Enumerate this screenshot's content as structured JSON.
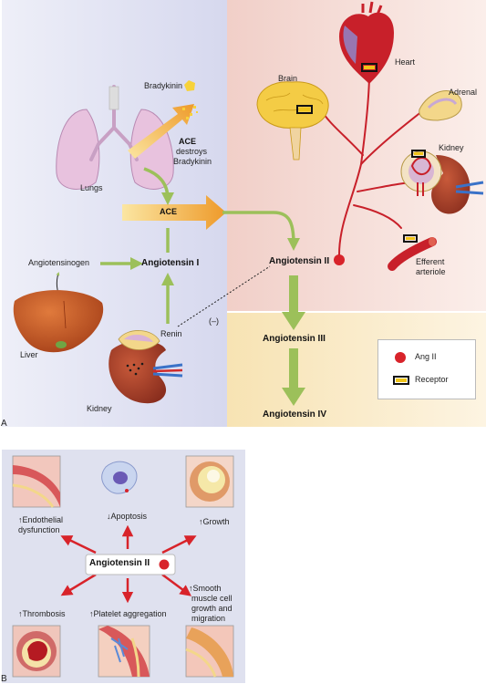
{
  "panel_a": {
    "letter": "A",
    "bradykinin": "Bradykinin",
    "ace_destroys": [
      "ACE",
      "destroys",
      "Bradykinin"
    ],
    "lungs": "Lungs",
    "ace": "ACE",
    "angiotensinogen": "Angiotensinogen",
    "angiotensin_i": "Angiotensin I",
    "liver": "Liver",
    "renin": "Renin",
    "negative": "(–)",
    "kidney": "Kidney",
    "angiotensin_ii": "Angiotensin II",
    "angiotensin_iii": "Angiotensin III",
    "angiotensin_iv": "Angiotensin IV",
    "brain": "Brain",
    "heart": "Heart",
    "adrenal": "Adrenal",
    "kidney_target": "Kidney",
    "efferent_arteriole": [
      "Efferent",
      "arteriole"
    ],
    "legend": {
      "ang_ii": "Ang II",
      "receptor": "Receptor"
    },
    "colors": {
      "left_bg": "#e2e3f2",
      "right_bg": "#f6dcd6",
      "bottom_bg": "#fbeccd",
      "arrow_green": "#9cc05a",
      "ace_arrow": "#f0a733",
      "ang_dot": "#d8232a",
      "receptor": "#f0c419",
      "vessel": "#c8202a"
    }
  },
  "panel_b": {
    "letter": "B",
    "center": "Angiotensin II",
    "effects": {
      "endothelial": [
        "↑Endothelial",
        "dysfunction"
      ],
      "apoptosis": "↓Apoptosis",
      "growth": "↑Growth",
      "thrombosis": "↑Thrombosis",
      "platelet": "↑Platelet aggregation",
      "smooth_muscle": [
        "↑Smooth",
        "muscle cell",
        "growth and",
        "migration"
      ]
    },
    "colors": {
      "bg": "#dfe1ef",
      "arrow": "#d8232a"
    }
  }
}
